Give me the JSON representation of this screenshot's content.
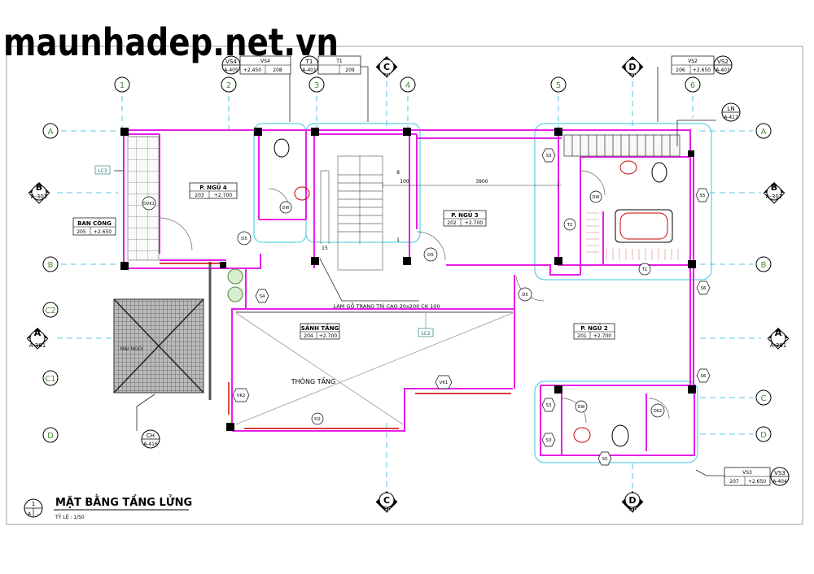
{
  "watermark": "maunhadep.net.vn",
  "drawing": {
    "title": "MẶT BẰNG TẦNG LỬNG",
    "scale": "TỶ LỆ : 1/50",
    "sheet_num": "1",
    "sheet_ref": "A",
    "sheet_dash": "-"
  },
  "grid": {
    "cols": [
      "1",
      "2",
      "3",
      "4",
      "5",
      "6"
    ],
    "rows_left": [
      "A",
      "B",
      "C2",
      "C1",
      "D"
    ],
    "rows_right": [
      "C",
      "D"
    ]
  },
  "sections": {
    "left_b": {
      "letter": "B",
      "ref": "A-302"
    },
    "right_b": {
      "letter": "B",
      "ref": "A-302"
    },
    "left_a": {
      "letter": "A",
      "ref": "A-301"
    },
    "right_a": {
      "letter": "A",
      "ref": "A-301"
    },
    "top_c": {
      "letter": "C",
      "ref": "A-303"
    },
    "top_d": {
      "letter": "D",
      "ref": "A-304"
    },
    "bottom_c": {
      "letter": "C",
      "ref": "A-303"
    },
    "bottom_d": {
      "letter": "D",
      "ref": "A-304"
    }
  },
  "detail_tags": {
    "vs4": {
      "name": "VS4",
      "ref": "A-405",
      "header": "VS4",
      "code": "208",
      "level": "+2.450"
    },
    "t1": {
      "name": "T1",
      "ref": "A-401",
      "header": "T1",
      "code": "209"
    },
    "vs2": {
      "name": "VS2",
      "ref": "A-403",
      "header": "VS2",
      "code": "206",
      "level": "+2.650"
    },
    "vs3": {
      "name": "VS3",
      "ref": "A-404",
      "header": "VS3",
      "code": "207",
      "level": "+2.650"
    },
    "ln": {
      "name": "LN",
      "ref": "A-417"
    },
    "ch": {
      "name": "CH",
      "ref": "A-416"
    }
  },
  "rooms": [
    {
      "name": "P. NGỦ 4",
      "code": "203",
      "level": "+2.700"
    },
    {
      "name": "P. NGỦ 3",
      "code": "202",
      "level": "+2.700"
    },
    {
      "name": "P. NGỦ 2",
      "code": "201",
      "level": "+2.700"
    },
    {
      "name": "SẢNH TẦNG",
      "code": "204",
      "level": "+2.700"
    },
    {
      "name": "BAN CÔNG",
      "code": "205",
      "level": "+2.650"
    }
  ],
  "labels": {
    "thong_tang": "THÔNG TẦNG",
    "mai_ngoi": "MÁI NGÓI",
    "lam_go": "LAM GỖ TRANG TRÍ CAO 20x200 CK 100",
    "lc2": "LC2",
    "lc3": "LC3",
    "dim_100": "100",
    "dim_3900": "3900",
    "stair_8": "8",
    "stair_1": "1",
    "stair_15": "15"
  },
  "door_tags": {
    "dvk1": "DVK1",
    "d5a": "D5",
    "d5b": "D5",
    "d5c": "D5",
    "s4": "S4",
    "s3a": "S3",
    "s3b": "S3",
    "s3c": "S3",
    "s5a": "S5",
    "s5b": "S5",
    "s6a": "S6",
    "s6b": "S6",
    "dw1": "DW",
    "dw2": "DW",
    "dw3": "DW",
    "t2": "T2",
    "t1": "T1",
    "vk1": "VK1",
    "vk2": "VK2",
    "d2": "D2",
    "dk2": "DK2"
  },
  "colors": {
    "wall": "#e81ee8",
    "grid": "#2ab4dc",
    "cloud": "#36c8dc",
    "door": "#cc0000",
    "leader": "#222222"
  }
}
